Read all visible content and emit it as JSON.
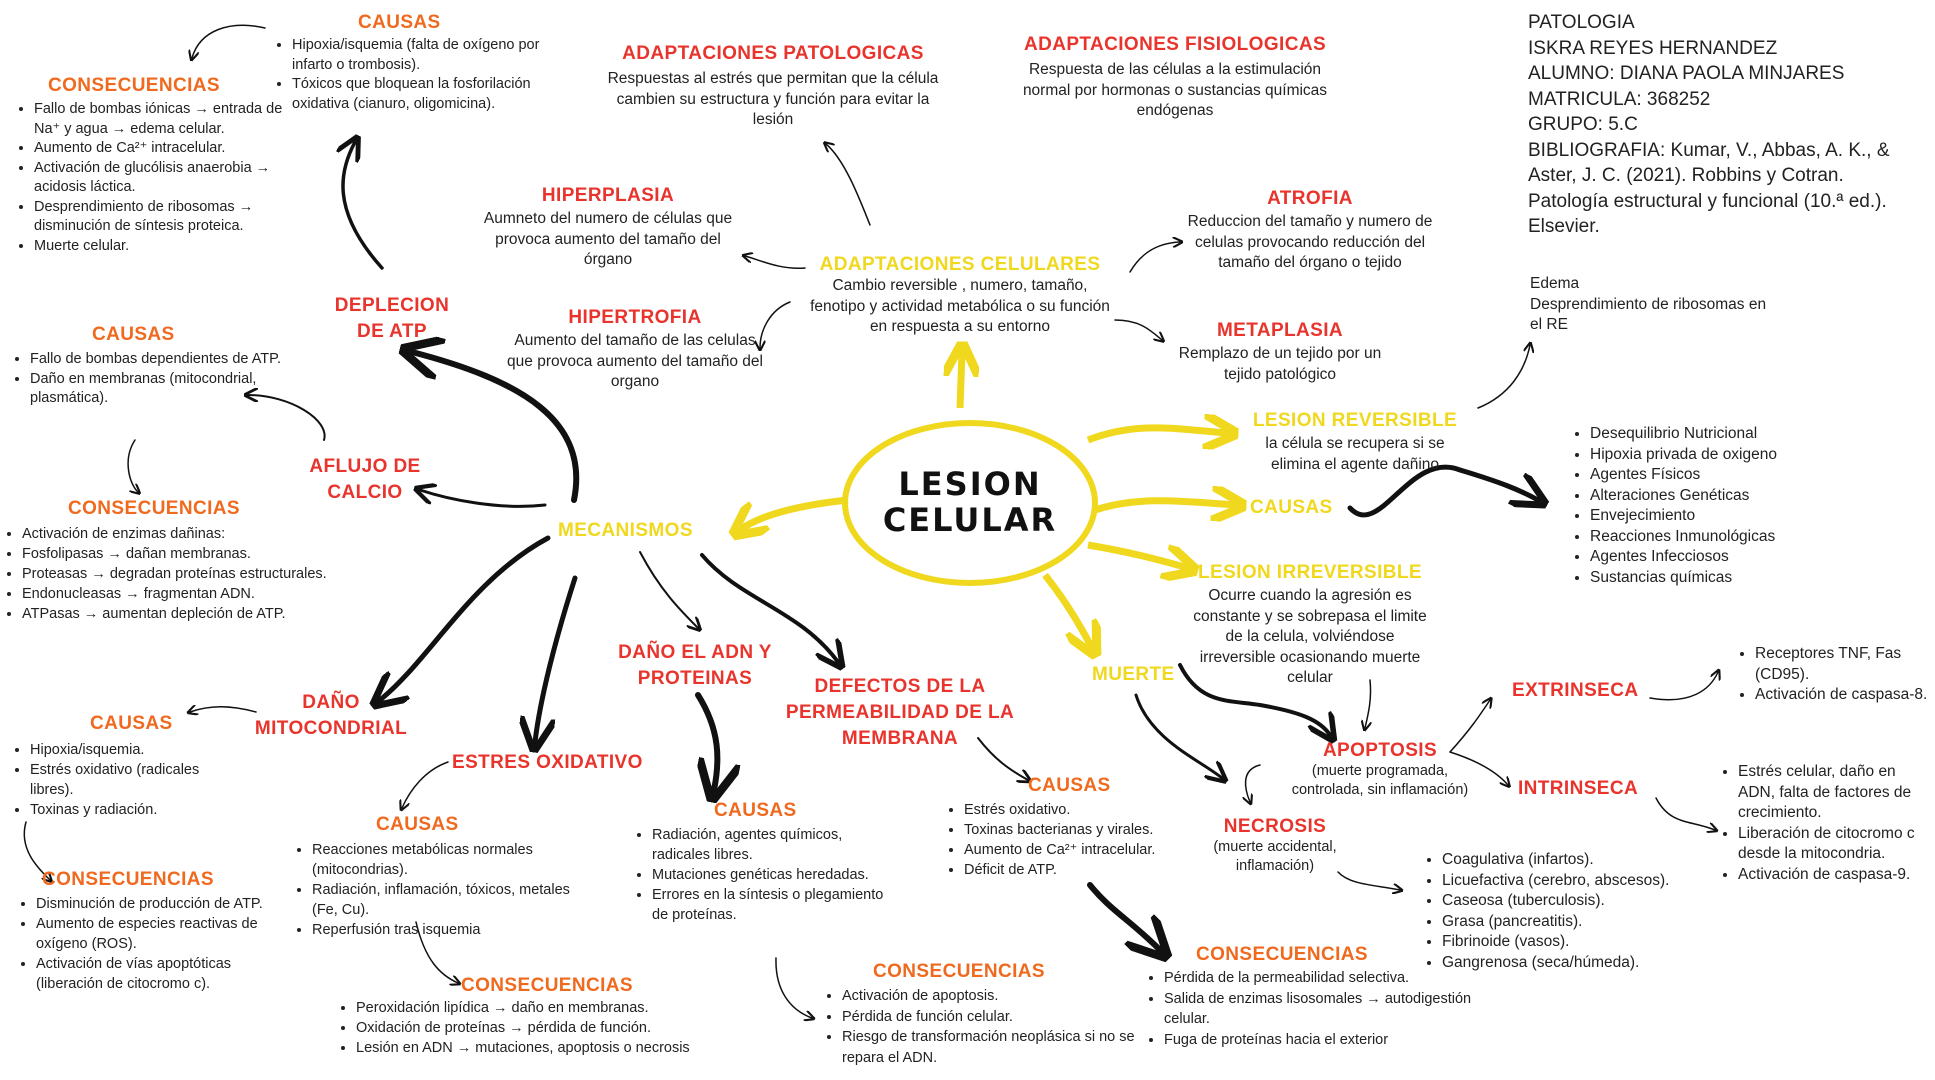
{
  "info": {
    "lines": [
      "PATOLOGIA",
      "ISKRA REYES HERNANDEZ",
      "ALUMNO: DIANA PAOLA MINJARES",
      "MATRICULA: 368252",
      "GRUPO: 5.C",
      "BIBLIOGRAFIA: Kumar, V., Abbas, A. K., &",
      "Aster, J. C. (2021). Robbins y Cotran.",
      "Patología estructural y funcional (10.ª ed.).",
      "Elsevier."
    ]
  },
  "center": {
    "line1": "LESION",
    "line2": "CELULAR"
  },
  "adaptaciones_celulares": {
    "title": "ADAPTACIONES CELULARES",
    "text": "Cambio reversible , numero, tamaño, fenotipo y actividad metabólica o su función en respuesta a su entorno"
  },
  "adapt_patologicas": {
    "title": "ADAPTACIONES PATOLOGICAS",
    "text": "Respuestas al estrés que permitan que la célula cambien su estructura y función para evitar la lesión"
  },
  "adapt_fisiologicas": {
    "title": "ADAPTACIONES FISIOLOGICAS",
    "text": "Respuesta de las células a la estimulación normal por hormonas o sustancias químicas endógenas"
  },
  "hiperplasia": {
    "title": "HIPERPLASIA",
    "text": "Aumneto del numero de células que provoca aumento del tamaño del órgano"
  },
  "hipertrofia": {
    "title": "HIPERTROFIA",
    "text": "Aumento del tamaño de las celulas que provoca aumento del tamaño del organo"
  },
  "atrofia": {
    "title": "ATROFIA",
    "text": "Reduccion del tamaño y numero de celulas provocando reducción del tamaño del órgano o tejido"
  },
  "metaplasia": {
    "title": "METAPLASIA",
    "text": "Remplazo de un tejido por un tejido patológico"
  },
  "lesion_reversible": {
    "title": "LESION REVERSIBLE",
    "text": "la célula se recupera si se elimina el agente dañino"
  },
  "reversible_note": {
    "lines": [
      "Edema",
      "Desprendimiento de ribosomas en",
      "el RE"
    ]
  },
  "causas_generales": {
    "title": "CAUSAS",
    "items": [
      "Desequilibrio Nutricional",
      "Hipoxia privada de oxigeno",
      "Agentes Físicos",
      "Alteraciones Genéticas",
      "Envejecimiento",
      "Reacciones Inmunológicas",
      "Agentes Infecciosos",
      "Sustancias químicas"
    ]
  },
  "lesion_irreversible": {
    "title": "LESION IRREVERSIBLE",
    "text": "Ocurre cuando la agresión es constante y se sobrepasa el limite de la celula, volviéndose irreversible ocasionando muerte celular"
  },
  "muerte": {
    "title": "MUERTE"
  },
  "apoptosis": {
    "title": "APOPTOSIS",
    "text": "(muerte programada, controlada, sin inflamación)"
  },
  "extrinseca": {
    "title": "EXTRINSECA",
    "items": [
      "Receptores TNF, Fas (CD95).",
      "Activación de caspasa-8."
    ]
  },
  "intrinseca": {
    "title": "INTRINSECA",
    "items": [
      "Estrés celular, daño en ADN, falta de factores de crecimiento.",
      "Liberación de citocromo c desde la mitocondria.",
      "Activación de caspasa-9."
    ]
  },
  "necrosis": {
    "title": "NECROSIS",
    "text": "(muerte accidental, inflamación)",
    "items": [
      "Coagulativa (infartos).",
      "Licuefactiva (cerebro, abscesos).",
      "Caseosa (tuberculosis).",
      "Grasa (pancreatitis).",
      "Fibrinoide (vasos).",
      "Gangrenosa (seca/húmeda)."
    ]
  },
  "mecanismos": {
    "title": "MECANISMOS"
  },
  "deplecion_atp": {
    "title_l1": "DEPLECION",
    "title_l2": "DE ATP",
    "causas_title": "CAUSAS",
    "causas": [
      "Hipoxia/isquemia (falta de oxígeno por infarto o trombosis).",
      "Tóxicos que bloquean la fosforilación oxidativa (cianuro, oligomicina)."
    ],
    "consec_title": "CONSECUENCIAS",
    "consec": [
      "Fallo de bombas iónicas → entrada de Na⁺ y agua → edema celular.",
      "Aumento de Ca²⁺ intracelular.",
      "Activación de glucólisis anaerobia → acidosis láctica.",
      "Desprendimiento de ribosomas → disminución de síntesis proteica.",
      "Muerte celular."
    ]
  },
  "aflujo_calcio": {
    "title_l1": "AFLUJO DE",
    "title_l2": "CALCIO",
    "causas_title": "CAUSAS",
    "causas": [
      "Fallo de bombas dependientes de ATP.",
      "Daño en membranas (mitocondrial, plasmática)."
    ],
    "consec_title": "CONSECUENCIAS",
    "consec": [
      "Activación de enzimas dañinas:",
      "Fosfolipasas → dañan membranas.",
      "Proteasas → degradan proteínas estructurales.",
      "Endonucleasas → fragmentan ADN.",
      "ATPasas → aumentan depleción de ATP."
    ]
  },
  "dano_mitocondrial": {
    "title_l1": "DAÑO",
    "title_l2": "MITOCONDRIAL",
    "causas_title": "CAUSAS",
    "causas": [
      "Hipoxia/isquemia.",
      "Estrés oxidativo (radicales libres).",
      "Toxinas y radiación."
    ],
    "consec_title": "CONSECUENCIAS",
    "consec": [
      "Disminución de producción de ATP.",
      "Aumento de especies reactivas de oxígeno (ROS).",
      "Activación de vías apoptóticas (liberación de citocromo c)."
    ]
  },
  "estres_oxidativo": {
    "title": "ESTRES OXIDATIVO",
    "causas_title": "CAUSAS",
    "causas": [
      "Reacciones metabólicas normales (mitocondrias).",
      "Radiación, inflamación, tóxicos, metales (Fe, Cu).",
      "Reperfusión tras isquemia"
    ],
    "consec_title": "CONSECUENCIAS",
    "consec": [
      "Peroxidación lipídica → daño en membranas.",
      "Oxidación de proteínas → pérdida de función.",
      "Lesión en ADN → mutaciones, apoptosis o necrosis"
    ]
  },
  "dano_adn": {
    "title_l1": "DAÑO EL ADN Y",
    "title_l2": "PROTEINAS",
    "causas_title": "CAUSAS",
    "causas": [
      "Radiación, agentes químicos, radicales libres.",
      "Mutaciones genéticas heredadas.",
      "Errores en la síntesis o plegamiento de proteínas."
    ],
    "consec_title": "CONSECUENCIAS",
    "consec": [
      "Activación de apoptosis.",
      "Pérdida de función celular.",
      "Riesgo de transformación neoplásica si no se repara el ADN."
    ]
  },
  "defectos_membrana": {
    "title_l1": "DEFECTOS DE LA",
    "title_l2": "PERMEABILIDAD DE LA",
    "title_l3": "MEMBRANA",
    "causas_title": "CAUSAS",
    "causas": [
      "Estrés oxidativo.",
      "Toxinas bacterianas y virales.",
      "Aumento de Ca²⁺ intracelular.",
      "Déficit de ATP."
    ],
    "consec_title": "CONSECUENCIAS",
    "consec": [
      "Pérdida de la permeabilidad selectiva.",
      "Salida de enzimas lisosomales → autodigestión celular.",
      "Fuga de proteínas hacia el exterior"
    ]
  },
  "colors": {
    "red": "#e8342c",
    "orange": "#ef6a1f",
    "yellow": "#f0d81e",
    "ink": "#111111"
  }
}
